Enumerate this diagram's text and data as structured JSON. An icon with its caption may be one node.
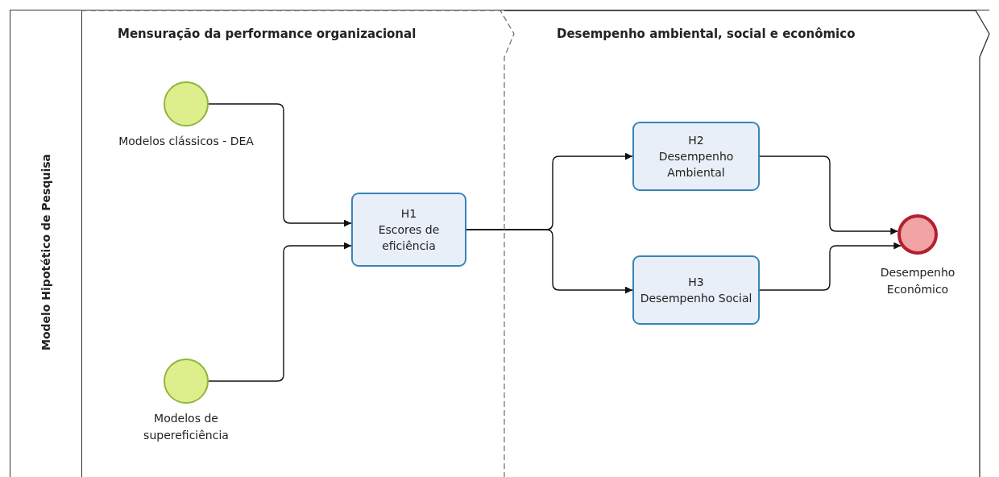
{
  "diagram": {
    "nodes": [
      {
        "text": [
          "Modelo Hipotético de Pesquisa"
        ]
      },
      {
        "text": [
          "Mensuração da performance organizacional"
        ],
        "in": 0
      },
      {
        "text": [
          "Desempenho ambiental, social e econômico"
        ],
        "in": 0
      },
      {
        "text": [],
        "shape": "circle",
        "beside": [
          "Modelos clássicos - DEA"
        ],
        "in": 1
      },
      {
        "text": [],
        "shape": "circle",
        "beside": [
          "Modelos de supereficiência"
        ],
        "in": 1
      },
      {
        "text": [
          "H1",
          "Escores de eficiência"
        ],
        "in": 1
      },
      {
        "text": [
          "H2",
          "Desempenho Ambiental"
        ],
        "in": 2
      },
      {
        "text": [
          "H3",
          "Desempenho Social"
        ],
        "in": 2
      },
      {
        "text": [],
        "shape": "circle",
        "beside": [
          "Desempenho Econômico"
        ],
        "in": 2
      }
    ],
    "edges": [
      {
        "from": 3,
        "to": 5,
        "arrow": "to"
      },
      {
        "from": 4,
        "to": 5,
        "arrow": "to"
      },
      {
        "from": 5,
        "to": 6,
        "arrow": "to"
      },
      {
        "from": 5,
        "to": 7,
        "arrow": "to"
      },
      {
        "from": 6,
        "to": 8,
        "arrow": "to"
      },
      {
        "from": 7,
        "to": 8,
        "arrow": "to"
      }
    ]
  }
}
